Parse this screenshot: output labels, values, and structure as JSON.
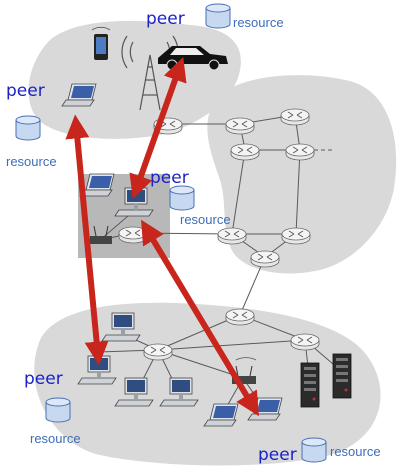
{
  "labels": {
    "peer_top": "peer",
    "resource_top": "resource",
    "peer_left": "peer",
    "resource_left": "resource",
    "peer_mid": "peer",
    "resource_mid": "resource",
    "peer_bottom_left": "peer",
    "resource_bottom_left": "resource",
    "peer_bottom_right": "peer",
    "resource_bottom_right": "resource"
  },
  "colors": {
    "peer_text": "#1a22c8",
    "resource_text": "#3f6db8",
    "arrow": "#c8261c",
    "network_cloud": "#d9d9d9",
    "access_region": "#b8b8b8",
    "resource_cylinder": "#c7d9f1"
  }
}
